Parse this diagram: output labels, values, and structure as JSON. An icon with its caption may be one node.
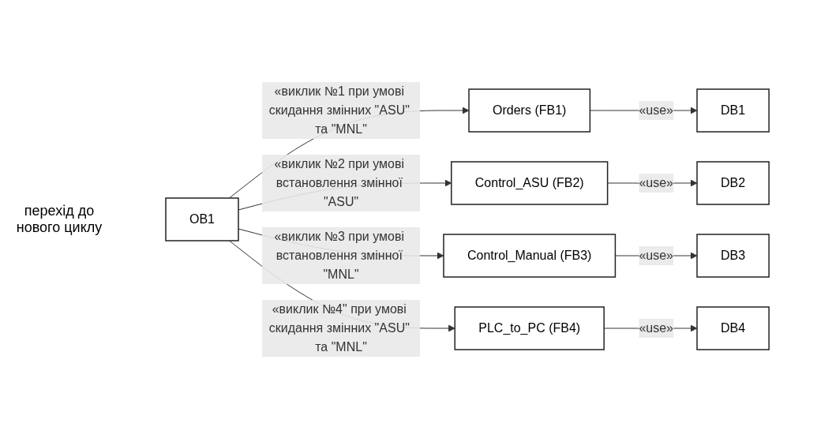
{
  "diagram": {
    "nodes": [
      {
        "text": [
          "OB1"
        ]
      },
      {
        "text": [
          "Orders (FB1)"
        ]
      },
      {
        "text": [
          "DB1"
        ]
      },
      {
        "text": [
          "Control_ASU (FB2)"
        ]
      },
      {
        "text": [
          "DB2"
        ]
      },
      {
        "text": [
          "Control_Manual (FB3)"
        ]
      },
      {
        "text": [
          "DB3"
        ]
      },
      {
        "text": [
          "PLC_to_PC (FB4)"
        ]
      },
      {
        "text": [
          "DB4"
        ]
      }
    ],
    "edges": [
      {
        "from": 0,
        "to": 1,
        "arrow": "to",
        "label": "«виклик №1 при умові скидання змінних \"ASU\" та \"MNL\""
      },
      {
        "from": 1,
        "to": 2,
        "arrow": "to",
        "label": "«use»"
      },
      {
        "from": 0,
        "to": 3,
        "arrow": "to",
        "label": "«виклик №2 при умові встановлення змінної \"ASU\""
      },
      {
        "from": 3,
        "to": 4,
        "arrow": "to",
        "label": "«use»"
      },
      {
        "from": 0,
        "to": 5,
        "arrow": "to",
        "label": "«виклик №3 при умові встановлення змінної \"MNL\""
      },
      {
        "from": 5,
        "to": 6,
        "arrow": "to",
        "label": "«use»"
      },
      {
        "from": 0,
        "to": 7,
        "arrow": "to",
        "label": "«виклик №4\" при умові скидання змінних \"ASU\" та \"MNL\""
      },
      {
        "from": 7,
        "to": 8,
        "arrow": "to",
        "label": "«use»"
      }
    ],
    "labels": [
      "перехід до нового циклу"
    ]
  }
}
